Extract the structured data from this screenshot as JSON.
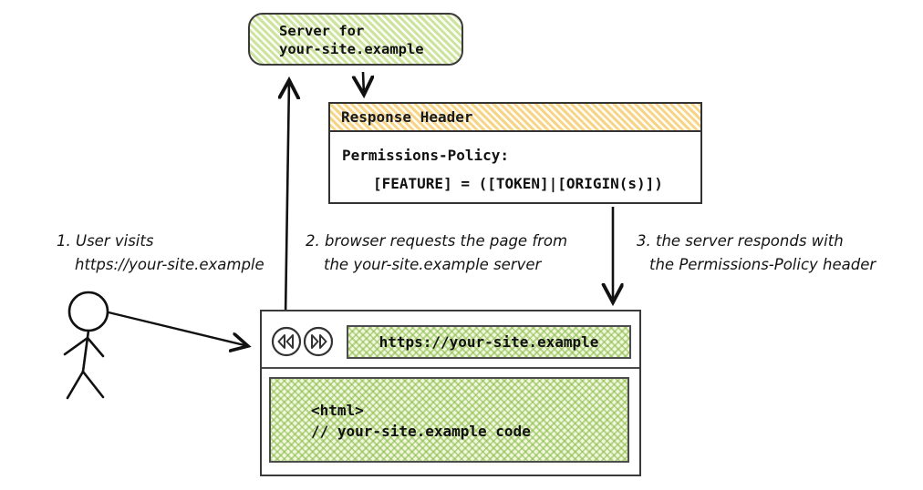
{
  "colors": {
    "green_hatch": "#cde4a1",
    "green_cross": "#aed677",
    "orange_hatch": "#f6d48a",
    "ink": "#1f1f1f"
  },
  "server": {
    "line1": "Server for",
    "line2": "your-site.example"
  },
  "response_header": {
    "title": "Response Header",
    "policy_line1": "Permissions-Policy:",
    "policy_line2": "[FEATURE] = ([TOKEN]|[ORIGIN(s)])"
  },
  "annotations": {
    "step1": {
      "line1": "1. User visits",
      "line2": "https://your-site.example"
    },
    "step2": {
      "line1": "2. browser requests the page from",
      "line2": "the your-site.example server"
    },
    "step3": {
      "line1": "3. the server responds with",
      "line2": "the Permissions-Policy header"
    }
  },
  "browser": {
    "url": "https://your-site.example",
    "code_line1": "<html>",
    "code_line2": "// your-site.example code",
    "icons": {
      "back": "back-icon",
      "forward": "forward-icon"
    }
  }
}
